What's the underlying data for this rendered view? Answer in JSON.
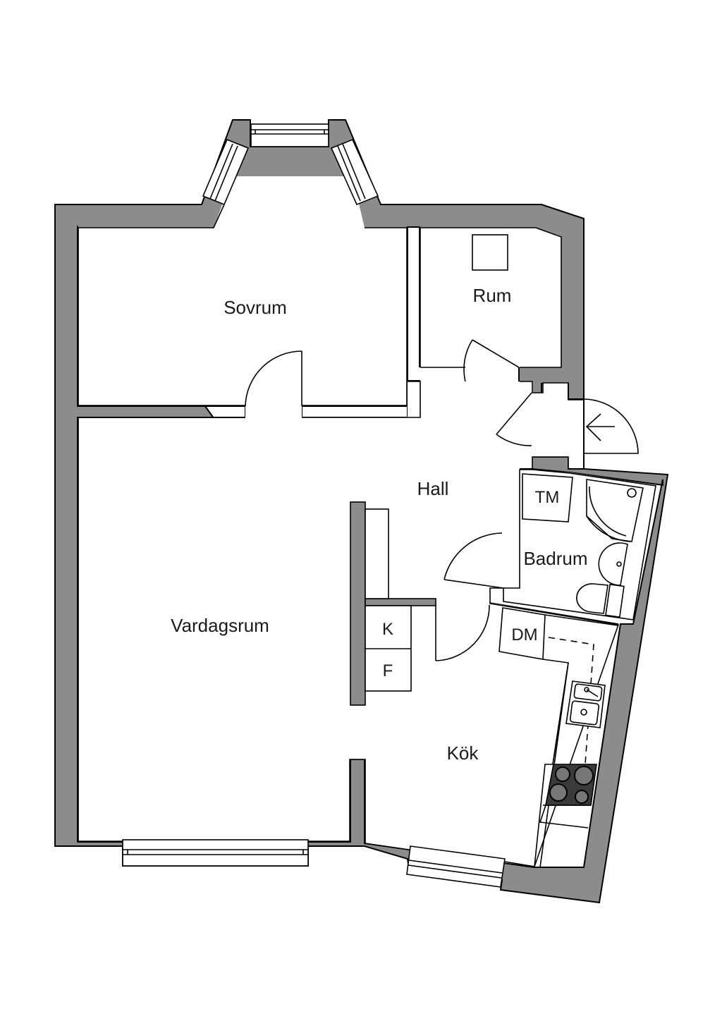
{
  "plan": {
    "colors": {
      "wall": "#8c8c8c",
      "floor": "#ffffff",
      "line": "#000000",
      "stove": "#3a3a3a"
    },
    "rooms": {
      "sovrum": "Sovrum",
      "rum": "Rum",
      "hall": "Hall",
      "badrum": "Badrum",
      "vardagsrum": "Vardagsrum",
      "kok": "Kök"
    },
    "fixtures": {
      "tm": "TM",
      "dm": "DM",
      "k": "K",
      "f": "F"
    },
    "icons": {
      "entrance": "arrow-left-icon"
    }
  }
}
